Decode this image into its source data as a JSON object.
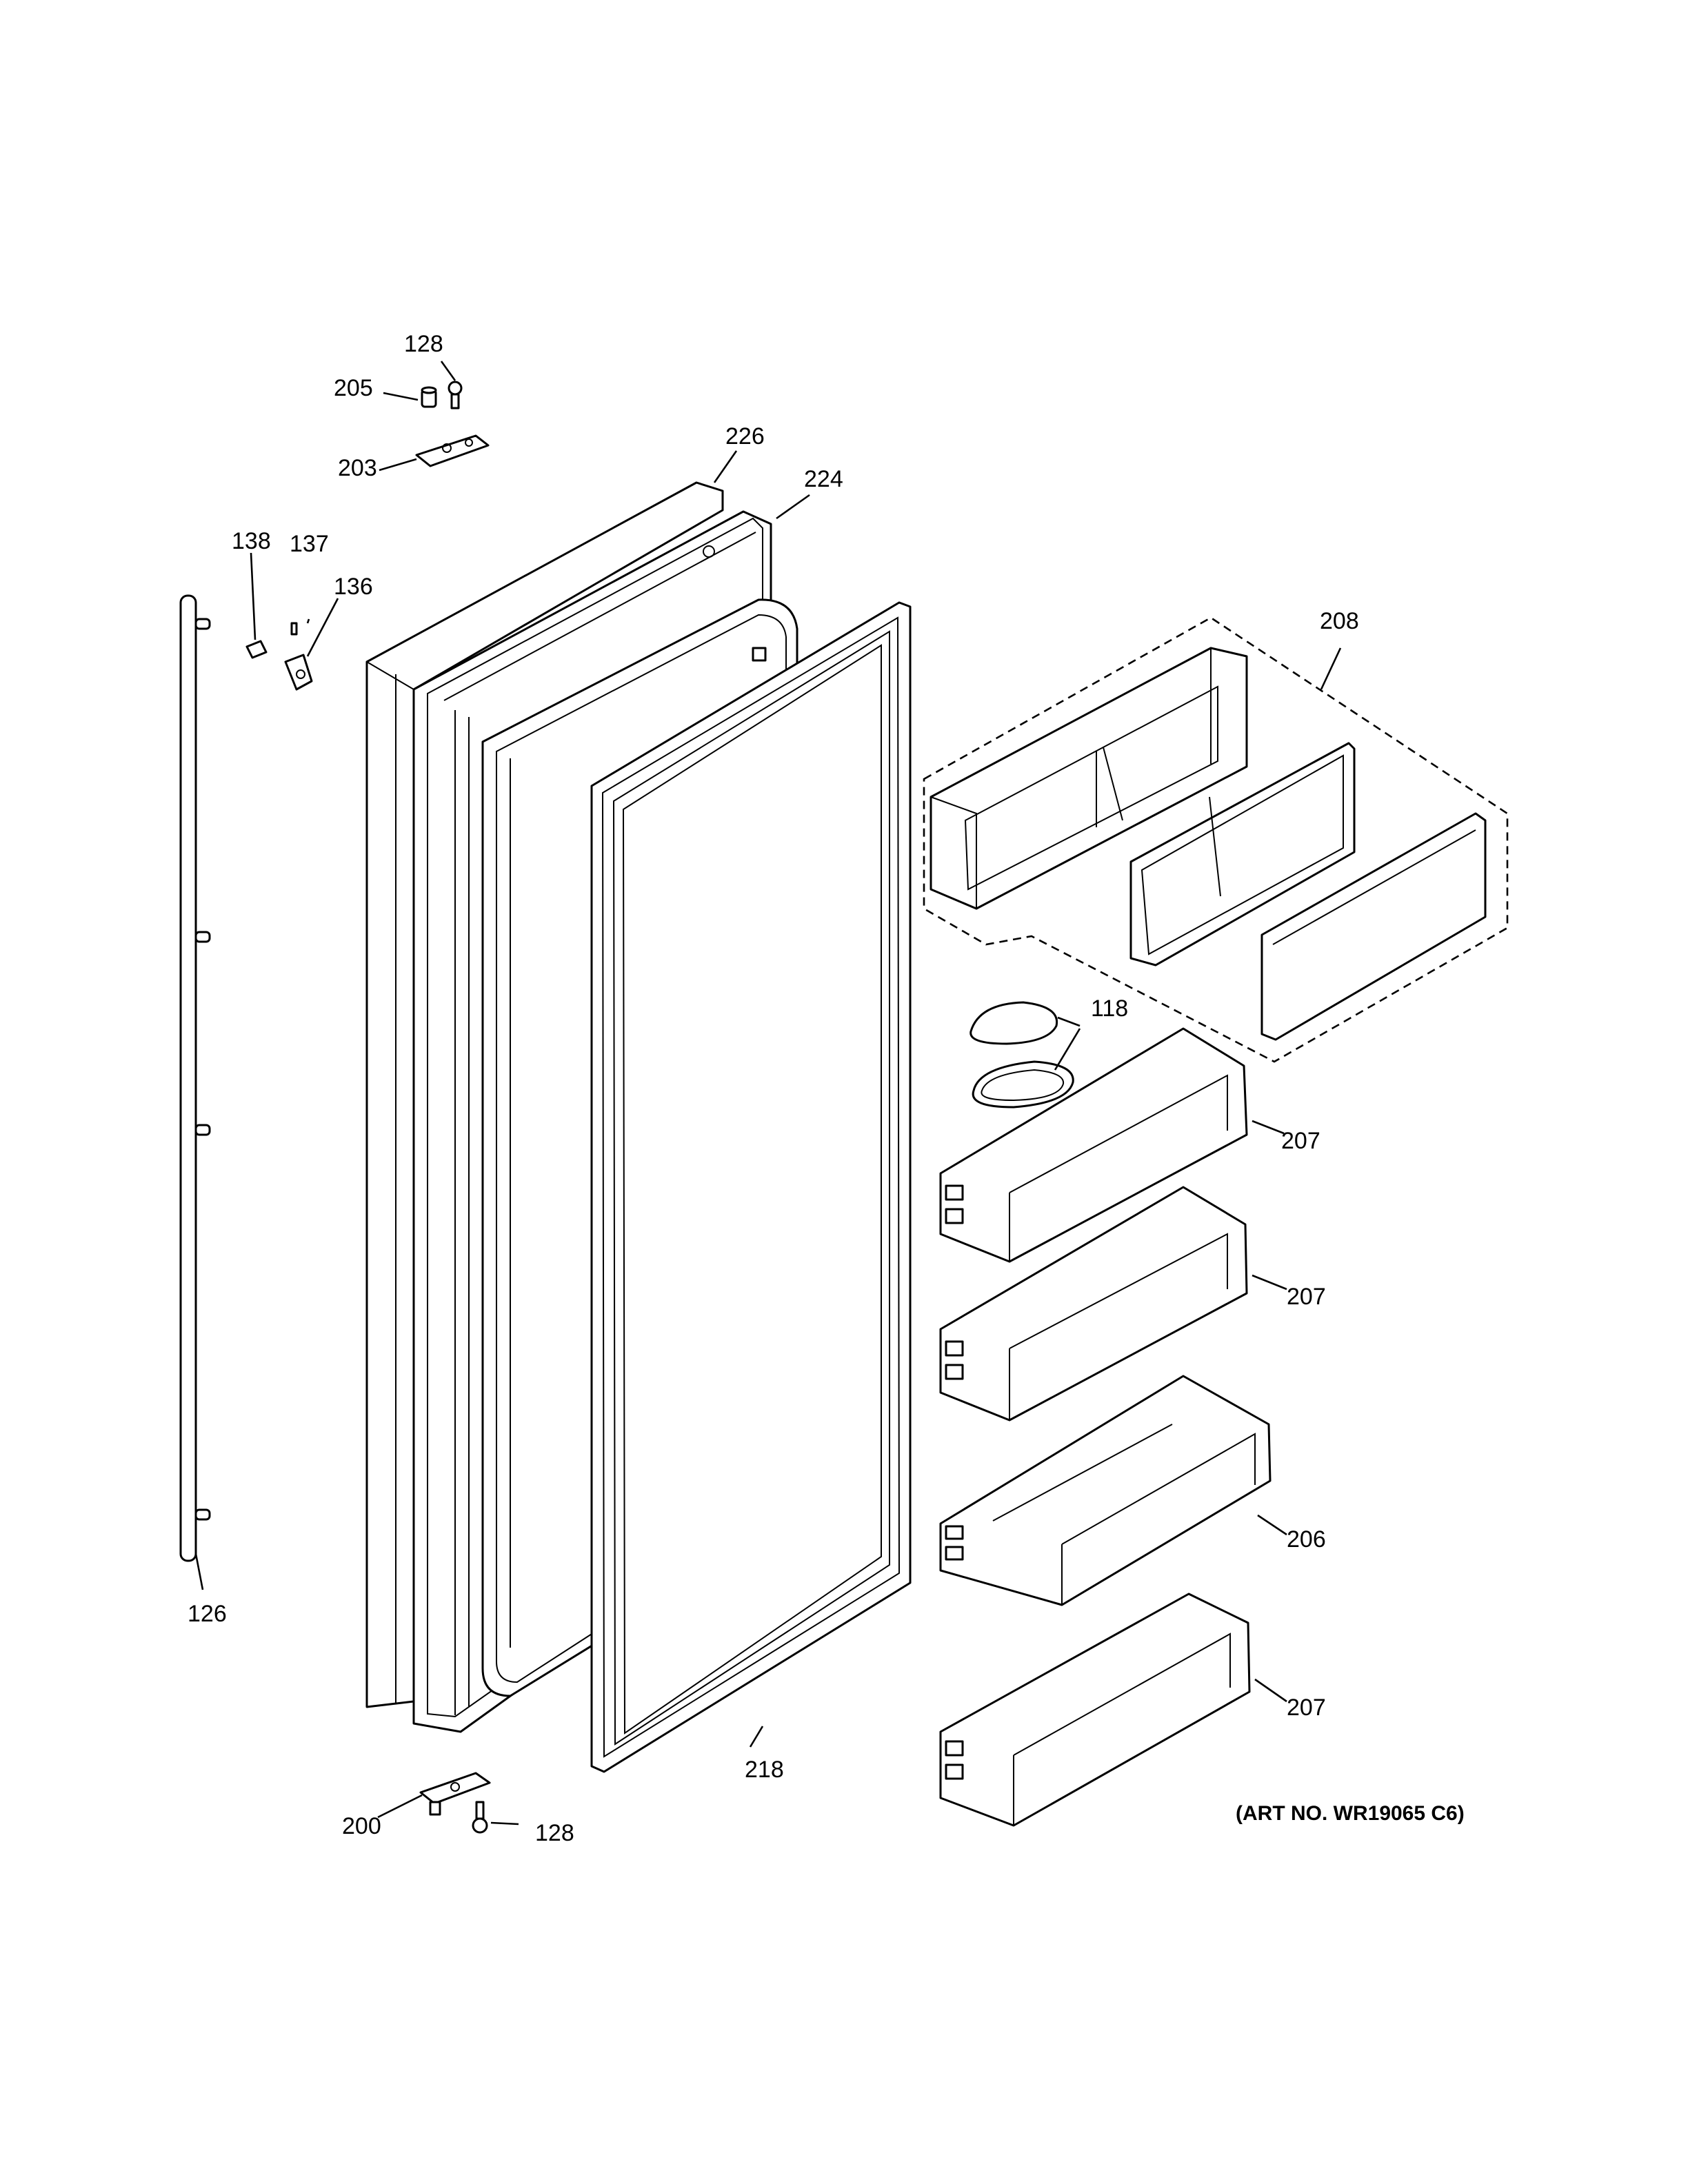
{
  "diagram": {
    "art_number": "(ART NO. WR19065 C6)",
    "callouts": {
      "c128_top": "128",
      "c205": "205",
      "c203": "203",
      "c226": "226",
      "c224": "224",
      "c138": "138",
      "c137": "137",
      "c136": "136",
      "c208": "208",
      "c118": "118",
      "c207_a": "207",
      "c207_b": "207",
      "c206": "206",
      "c207_c": "207",
      "c126": "126",
      "c218": "218",
      "c200": "200",
      "c128_bottom": "128"
    }
  }
}
